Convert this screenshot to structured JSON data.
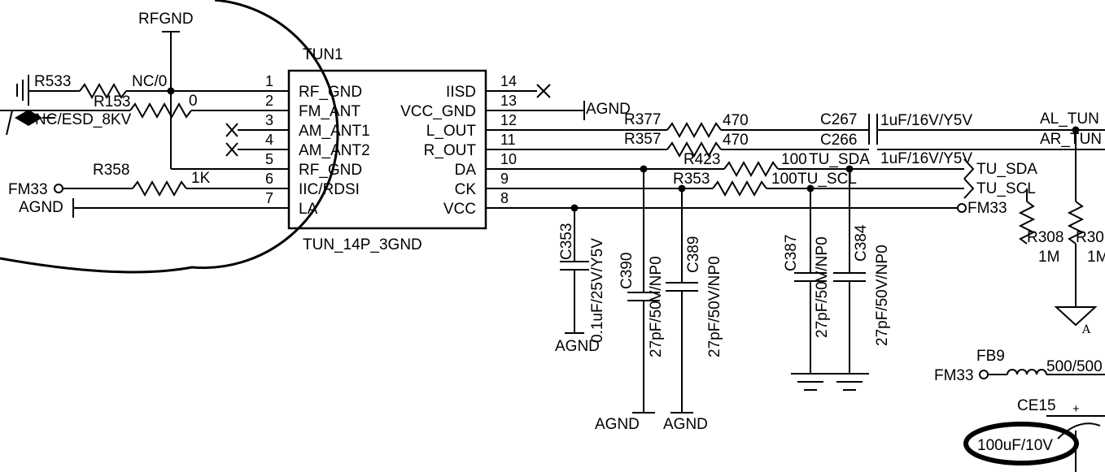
{
  "title": "",
  "tuner": {
    "ref": "TUN1",
    "part": "TUN_14P_3GND",
    "left_pins": [
      {
        "num": "1",
        "name": "RF_GND"
      },
      {
        "num": "2",
        "name": "FM_ANT"
      },
      {
        "num": "3",
        "name": "AM_ANT1"
      },
      {
        "num": "4",
        "name": "AM_ANT2"
      },
      {
        "num": "5",
        "name": "RF_GND"
      },
      {
        "num": "6",
        "name": "IIC/RDSI"
      },
      {
        "num": "7",
        "name": "LA"
      }
    ],
    "right_pins": [
      {
        "num": "14",
        "name": "IISD"
      },
      {
        "num": "13",
        "name": "VCC_GND"
      },
      {
        "num": "12",
        "name": "L_OUT"
      },
      {
        "num": "11",
        "name": "R_OUT"
      },
      {
        "num": "10",
        "name": "DA"
      },
      {
        "num": "9",
        "name": "CK"
      },
      {
        "num": "8",
        "name": "VCC"
      }
    ]
  },
  "nets": {
    "rfgnd": "RFGND",
    "agnd": "AGND",
    "fm33": "FM33",
    "tu_sda": "TU_SDA",
    "tu_scl": "TU_SCL",
    "al_tun": "AL_TUN",
    "ar_tun": "AR_TUN",
    "nc_esd": "NC/ESD_8KV",
    "a": "A"
  },
  "components": {
    "r533": {
      "ref": "R533",
      "value": "NC/0"
    },
    "r153": {
      "ref": "R153",
      "value": "0"
    },
    "r358": {
      "ref": "R358",
      "value": "1K"
    },
    "r377": {
      "ref": "R377",
      "value": "470"
    },
    "r357": {
      "ref": "R357",
      "value": "470"
    },
    "r423": {
      "ref": "R423",
      "value": "100"
    },
    "r353": {
      "ref": "R353",
      "value": "100"
    },
    "c267": {
      "ref": "C267",
      "value": "1uF/16V/Y5V"
    },
    "c266": {
      "ref": "C266",
      "value": "1uF/16V/Y5V"
    },
    "c353": {
      "ref": "C353",
      "value": "0.1uF/25V/Y5V"
    },
    "c390": {
      "ref": "C390",
      "value": "27pF/50V/NP0"
    },
    "c389": {
      "ref": "C389",
      "value": "27pF/50V/NP0"
    },
    "c387": {
      "ref": "C387",
      "value": "27pF/50V/NP0"
    },
    "c384": {
      "ref": "C384",
      "value": "27pF/50V/NP0"
    },
    "r308": {
      "ref": "R308",
      "value": "1M"
    },
    "r30x": {
      "ref": "R30",
      "value": "1M"
    },
    "fb9": {
      "ref": "FB9",
      "value": "500/500"
    },
    "ce15": {
      "ref": "CE15",
      "value": "100uF/10V",
      "polarity": "+"
    }
  }
}
